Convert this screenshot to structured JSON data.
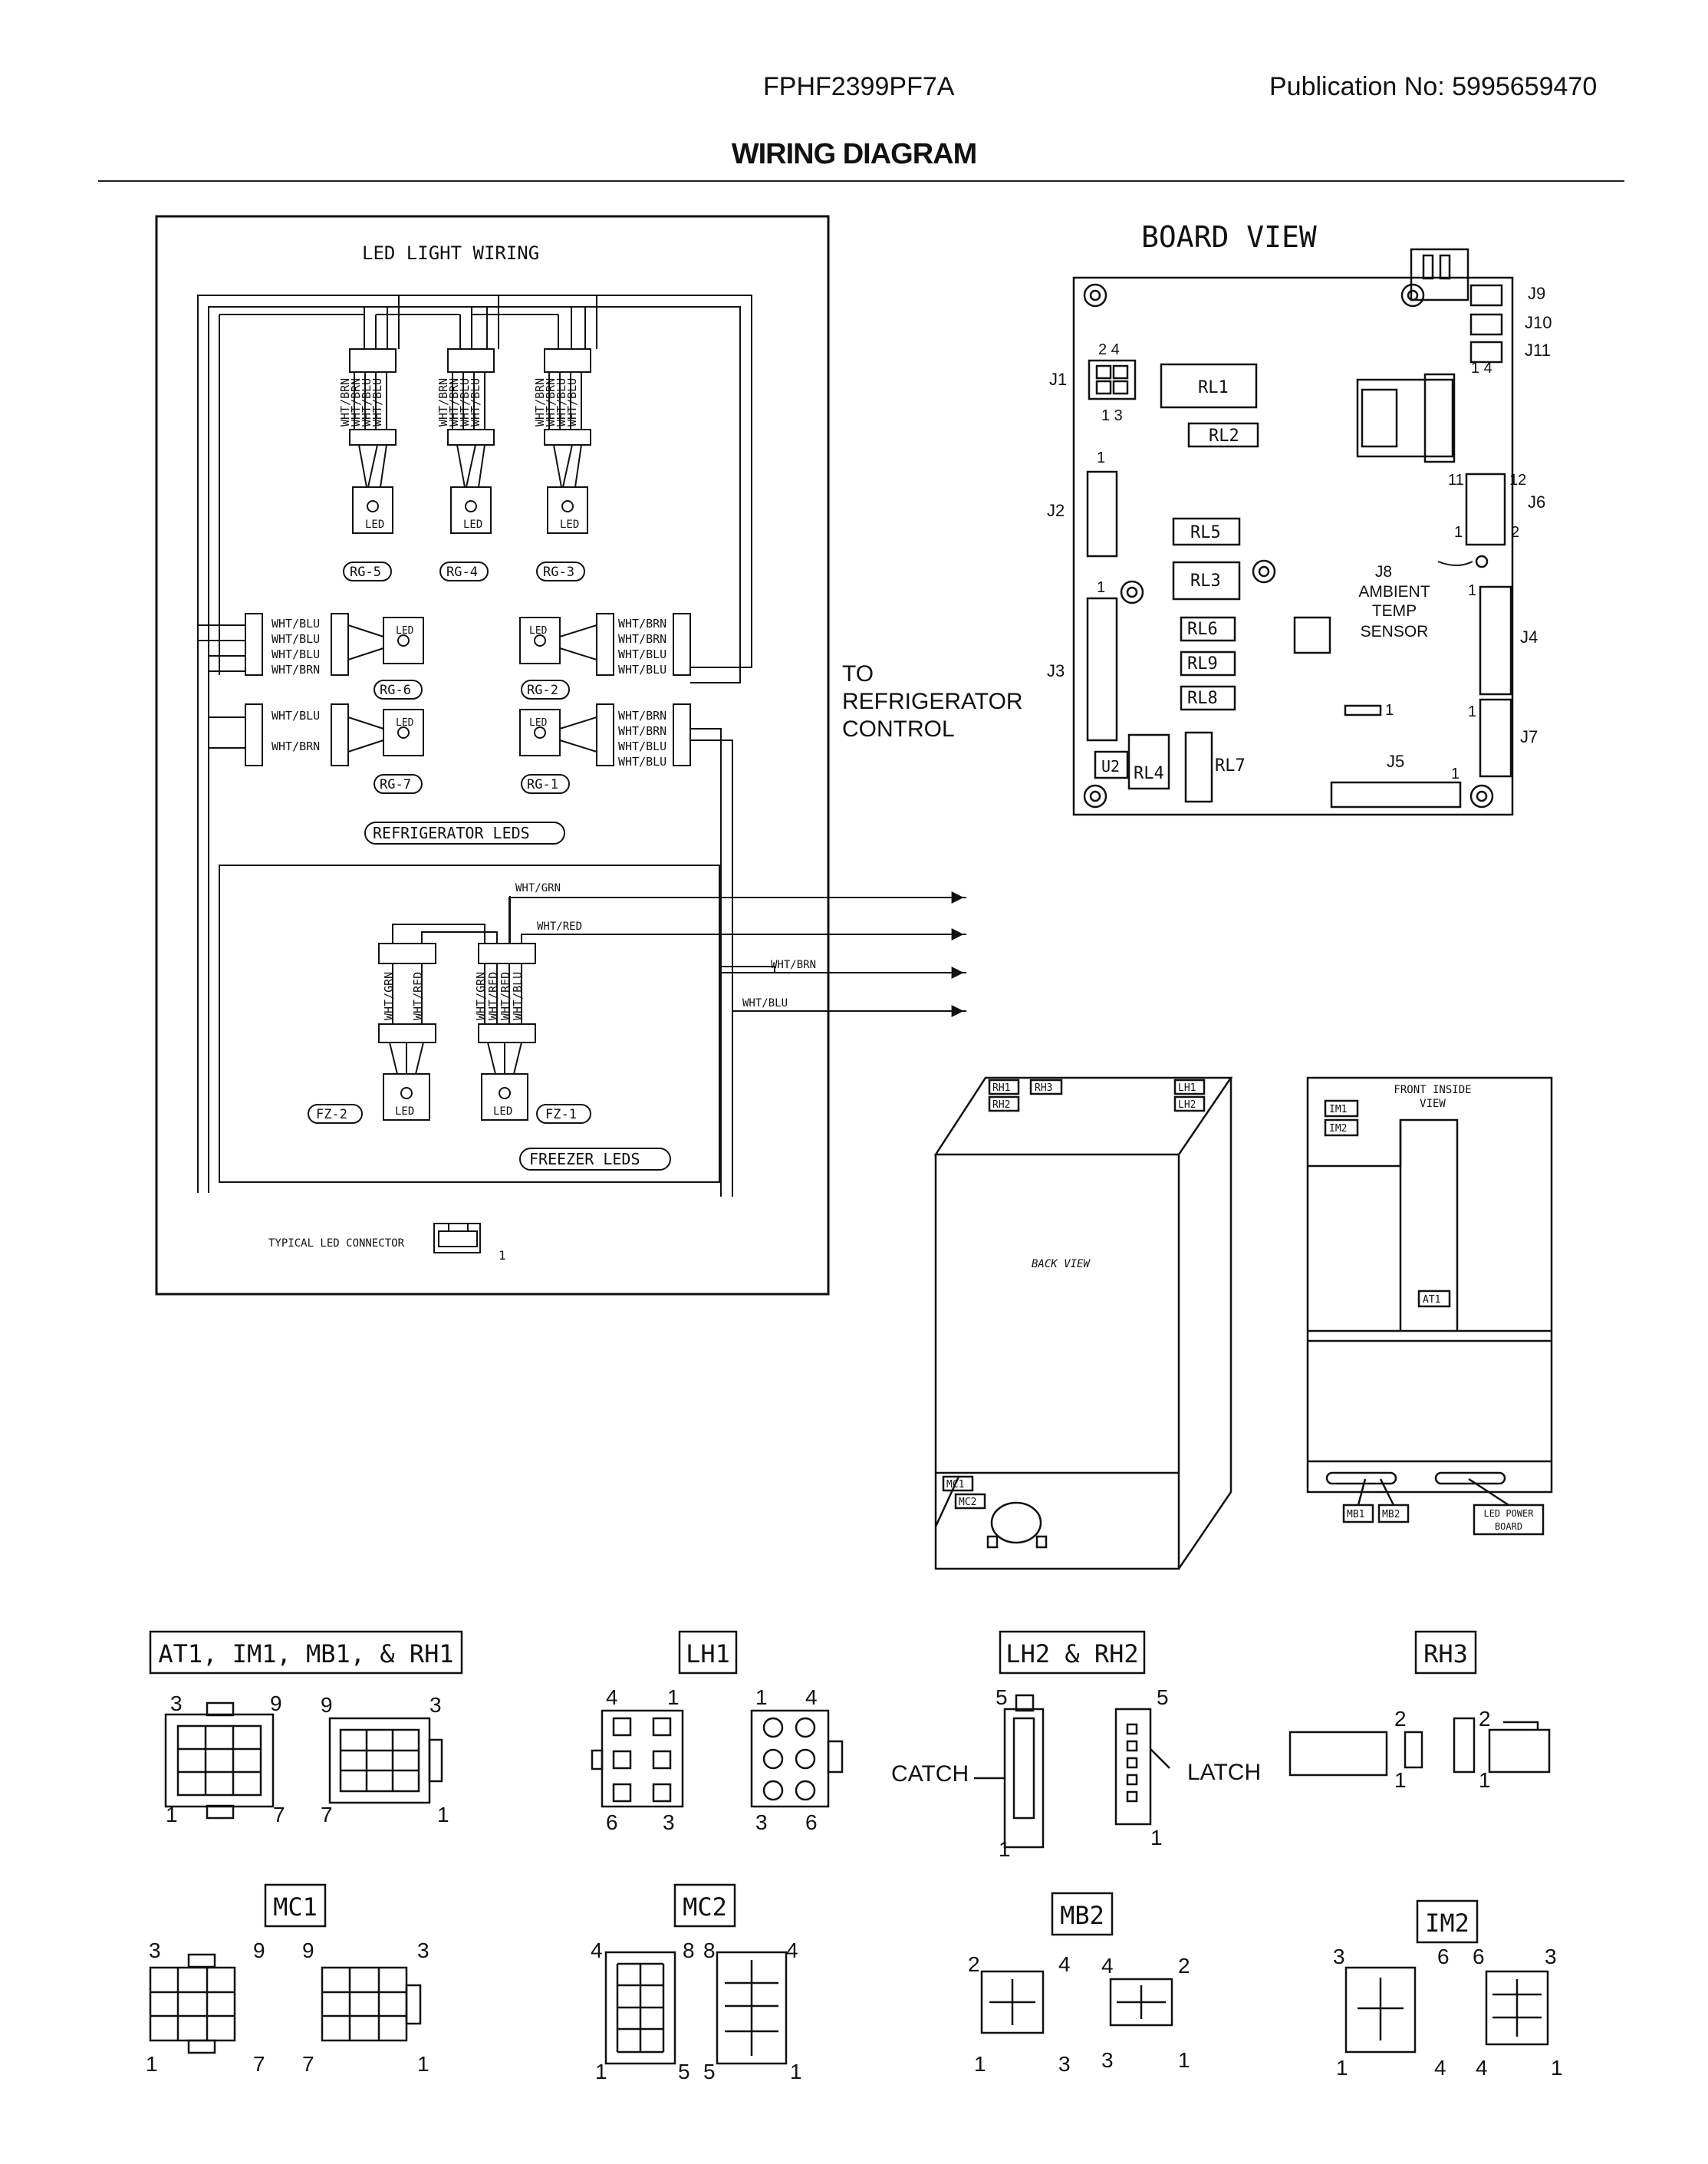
{
  "header": {
    "model": "FPHF2399PF7A",
    "publication": "Publication No:  5995659470",
    "title": "WIRING DIAGRAM"
  },
  "led_wiring": {
    "title": "LED LIGHT WIRING",
    "wire_labels": [
      "WHT/BRN",
      "WHT/BRN",
      "WHT/BLU",
      "WHT/BLU"
    ],
    "top_leds": [
      "RG-5",
      "RG-4",
      "RG-3"
    ],
    "side_wire_labels": [
      "WHT/BLU",
      "WHT/BLU",
      "WHT/BLU",
      "WHT/BRN"
    ],
    "right_wire_labels": [
      "WHT/BRN",
      "WHT/BRN",
      "WHT/BLU",
      "WHT/BLU"
    ],
    "rg6": "RG-6",
    "rg2": "RG-2",
    "rg7": "RG-7",
    "rg1": "RG-1",
    "rg7_labels": [
      "WHT/BLU",
      "WHT/BRN"
    ],
    "led_text": "LED",
    "refrigerator_leds": "REFRIGERATOR LEDS",
    "freezer_leds": "FREEZER LEDS",
    "fz1": "FZ-1",
    "fz2": "FZ-2",
    "fz_labels_2": [
      "WHT/GRN",
      "WHT/RED"
    ],
    "fz_labels_1": [
      "WHT/GRN",
      "WHT/RED",
      "WHT/RED",
      "WHT/BLU"
    ],
    "out_wires": [
      "WHT/GRN",
      "WHT/RED",
      "WHT/BRN",
      "WHT/BLU"
    ],
    "typical_connector": "TYPICAL LED CONNECTOR",
    "pin_one": "1"
  },
  "to_control": [
    "TO",
    "REFRIGERATOR",
    "CONTROL"
  ],
  "board_view": {
    "title": "BOARD VIEW",
    "relays": [
      "RL1",
      "RL2",
      "RL5",
      "RL3",
      "RL6",
      "RL9",
      "RL8",
      "RL4",
      "RL7"
    ],
    "connectors": [
      "J1",
      "J2",
      "J3",
      "J4",
      "J5",
      "J6",
      "J7",
      "J9",
      "J10",
      "J11"
    ],
    "u2": "U2",
    "sensor": [
      "J8",
      "AMBIENT",
      "TEMP",
      "SENSOR"
    ],
    "pins": {
      "j1_top": "2  4",
      "j1_bot": "1  3",
      "j11": "1     4",
      "j6_top": [
        "11",
        "12"
      ],
      "j6_bot": [
        "1",
        "2"
      ],
      "one": "1"
    }
  },
  "back_view": {
    "label": "BACK VIEW",
    "tags": [
      "RH1",
      "RH3",
      "RH2",
      "LH1",
      "LH2",
      "MC1",
      "MC2"
    ]
  },
  "front_view": {
    "label": [
      "FRONT INSIDE",
      "VIEW"
    ],
    "tags": [
      "IM1",
      "IM2",
      "AT1",
      "MB1",
      "MB2"
    ],
    "led_power": [
      "LED POWER",
      "BOARD"
    ]
  },
  "connectors_legend": {
    "at1": "AT1, IM1, MB1, & RH1",
    "lh1": "LH1",
    "lh2": "LH2 & RH2",
    "rh3": "RH3",
    "mc1": "MC1",
    "mc2": "MC2",
    "mb2": "MB2",
    "im2": "IM2",
    "catch": "CATCH",
    "latch": "LATCH"
  }
}
